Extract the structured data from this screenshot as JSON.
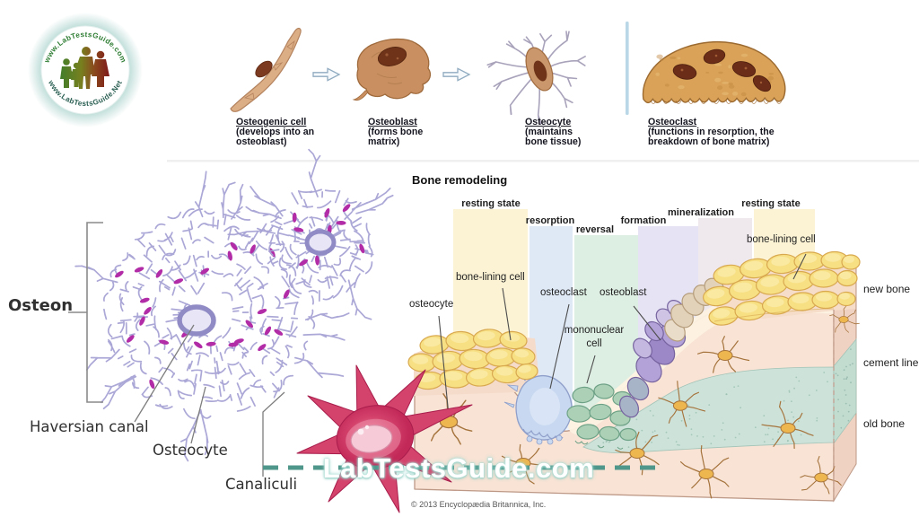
{
  "branding": {
    "logo_arc_top": "www.LabTestsGuide.com",
    "logo_arc_bottom": "www.LabTestsGuide.Net",
    "watermark": "LabTestsGuide.com"
  },
  "cell_types": {
    "items": [
      {
        "name": "Osteogenic cell",
        "desc": "(develops into an\nosteoblast)"
      },
      {
        "name": "Osteoblast",
        "desc": "(forms bone\nmatrix)"
      },
      {
        "name": "Osteocyte",
        "desc": "(maintains\nbone tissue)"
      },
      {
        "name": "Osteoclast",
        "desc": "(functions in resorption, the\nbreakdown of bone matrix)"
      }
    ]
  },
  "osteon_figure": {
    "osteon": "Osteon",
    "haversian_canal": "Haversian canal",
    "osteocyte": "Osteocyte",
    "canaliculi": "Canaliculi"
  },
  "remodeling": {
    "title": "Bone remodeling",
    "stages": [
      "resting state",
      "resorption",
      "reversal",
      "formation",
      "mineralization",
      "resting state"
    ],
    "callouts": {
      "osteocyte": "osteocyte",
      "bone_lining_left": "bone-lining cell",
      "osteoclast": "osteoclast",
      "osteoblast": "osteoblast",
      "mononuclear": "mononuclear\ncell",
      "bone_lining_right": "bone-lining cell",
      "new_bone": "new bone",
      "cement_line": "cement line",
      "old_bone": "old bone"
    },
    "credit": "© 2013 Encyclopædia Britannica, Inc."
  },
  "colors": {
    "stage_yellow": "#fcf3d4",
    "stage_blue": "#dfe9f6",
    "stage_green": "#ddeee3",
    "stage_lavender": "#e6e4f4",
    "stage_gray": "#efe8ec",
    "bone": "#f8e3d5",
    "old_bone": "#cde3da",
    "bone_lining": "#f7df84",
    "osteoclast_blue": "#c7d8f0",
    "mononuclear_green": "#abd0b6",
    "osteoblast_purple": "#b2a1d6",
    "osteocyte_orange": "#edb64f",
    "osteon_web": "#a6a2d4",
    "osteon_cell": "#b12ca6",
    "crimson_cell": "#d4436c",
    "dash_teal": "#4f968b"
  }
}
